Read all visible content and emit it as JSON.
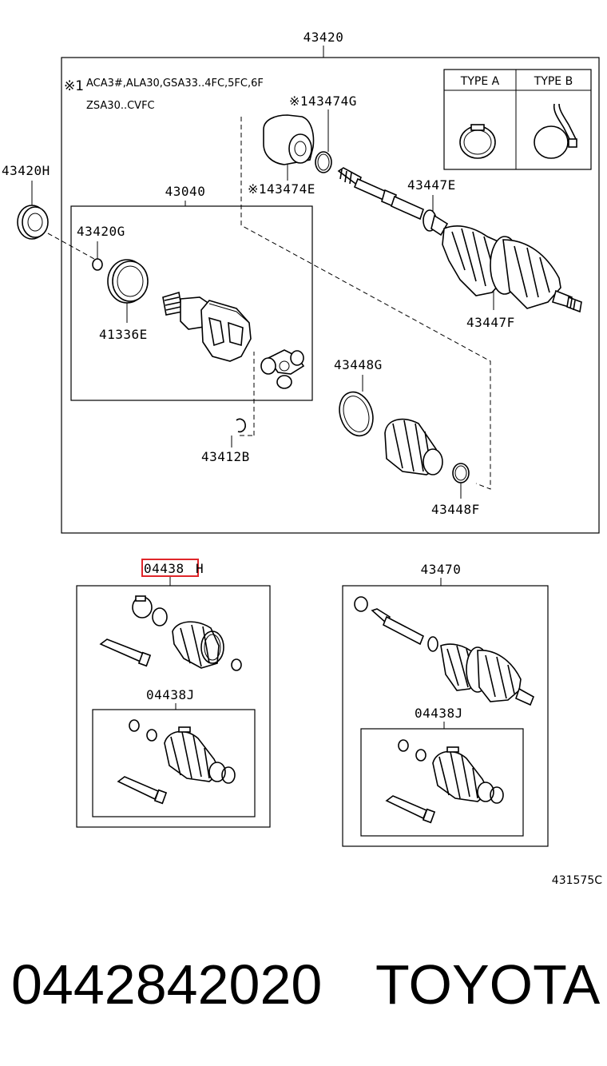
{
  "diagram": {
    "labels": {
      "assembly": "43420",
      "seal": "43420H",
      "inner_joint": "43040",
      "snap_ring_g": "43420G",
      "bearing_ring": "41336E",
      "snap_ring_b": "43412B",
      "damper_g": "※143474G",
      "damper_e": "※143474E",
      "clamp_e": "43447E",
      "boot_f": "43447F",
      "clamp_g": "43448G",
      "clamp_f": "43448F",
      "kit_h_prefix": "04438",
      "kit_h_suffix": "H",
      "kit_j_left": "04438J",
      "shaft_kit": "43470",
      "kit_j_right": "04438J",
      "drawing_ref": "431575C"
    },
    "note": {
      "mark": "※1",
      "line1": "ACA3#,ALA30,GSA33..4FC,5FC,6F",
      "line2": "ZSA30..CVFC"
    },
    "types": {
      "a": "TYPE A",
      "b": "TYPE B"
    },
    "highlight_color": "#e0262a"
  },
  "footer": {
    "part_number": "0442842020",
    "brand": "TOYOTA"
  }
}
